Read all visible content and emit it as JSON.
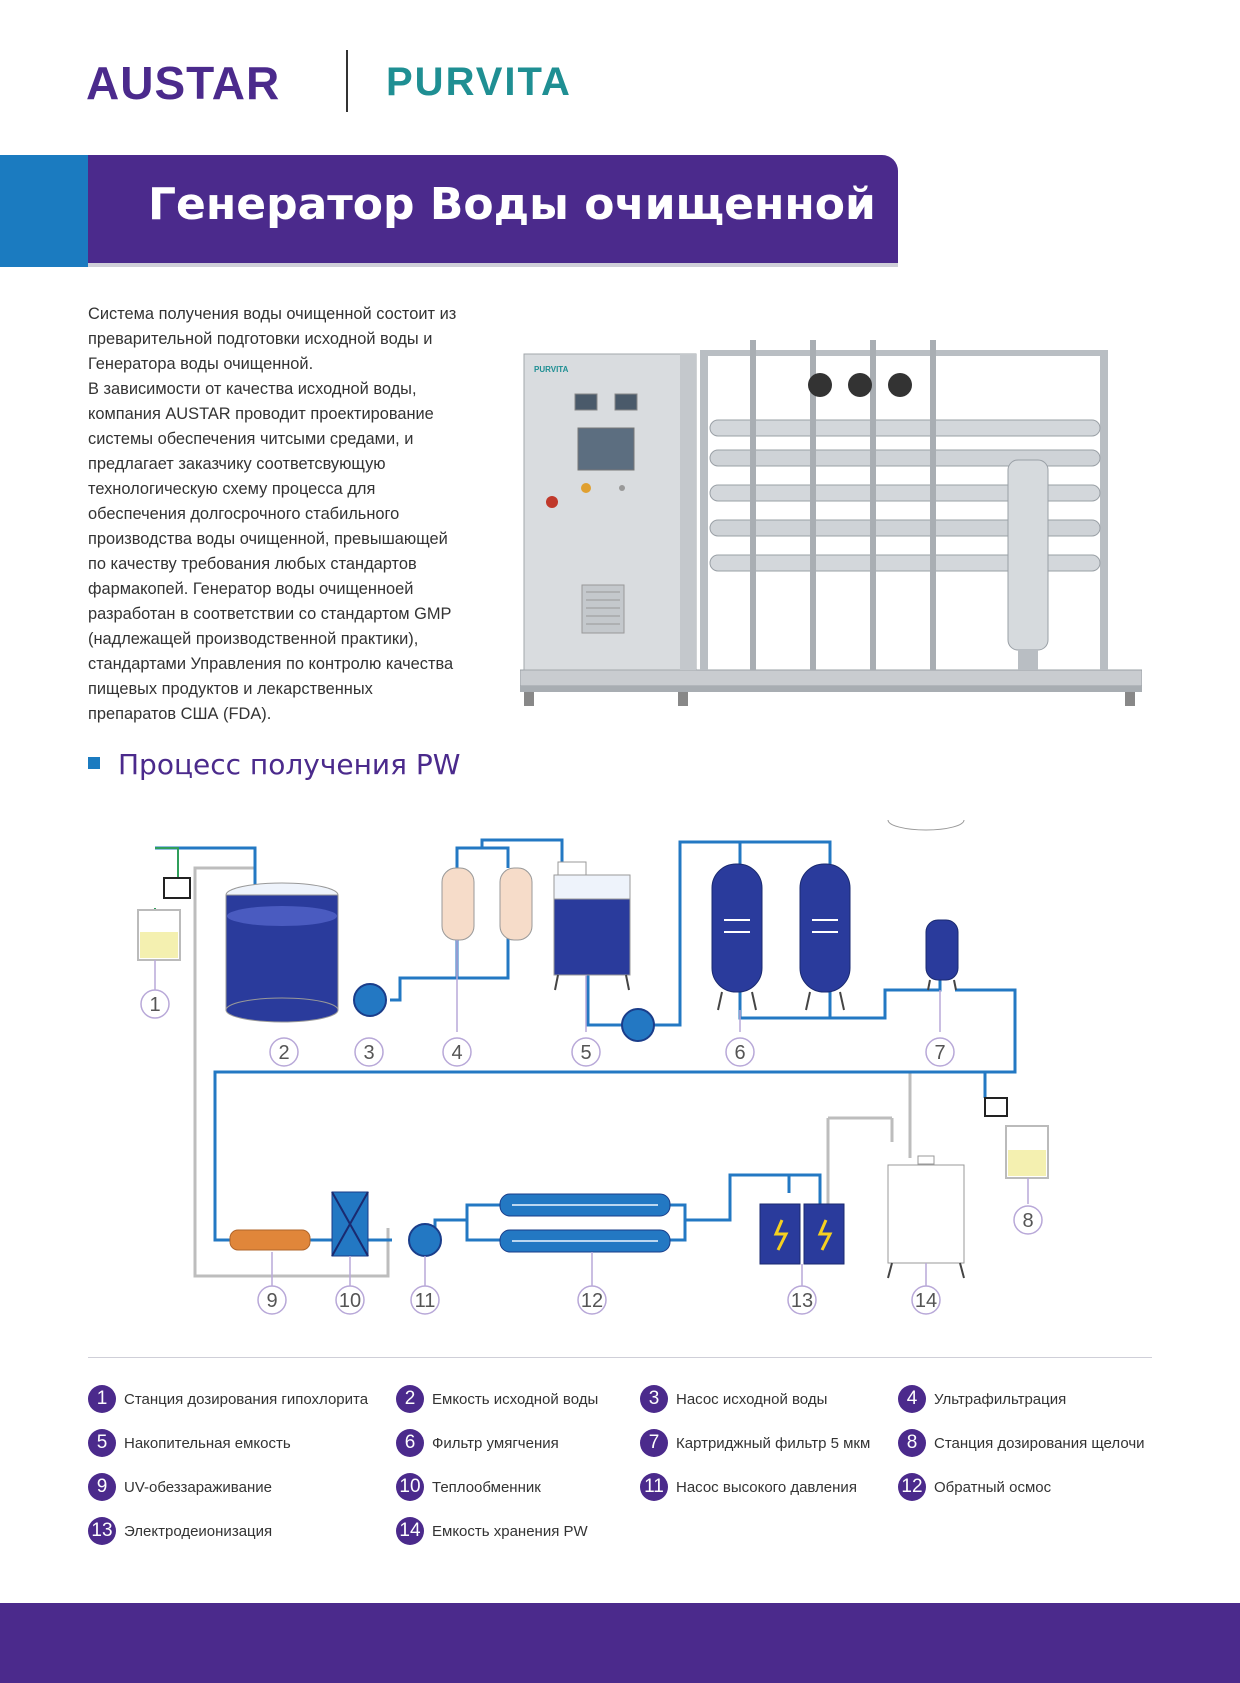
{
  "header": {
    "logo_austar": "AUSTAR",
    "logo_purvita": "PURVITA"
  },
  "title": "Генератор Воды очищенной",
  "intro_lines": [
    "Система получения воды очищенной состоит из",
    "преварительной подготовки исходной воды и",
    "Генератора воды очищенной.",
    "В зависимости от качества исходной воды,",
    "компания AUSTAR проводит проектирование",
    "системы обеспечения читсыми средами, и",
    "предлагает заказчику соответсвующую",
    "технологическую схему процесса для",
    "обеспечения долгосрочного стабильного",
    "производства воды очищенной, превышающей",
    "по качеству требования любых стандартов",
    "фармакопей. Генератор воды очищенноей",
    "разработан  в соответствии со стандартом GMP",
    "(надлежащей производственной практики),",
    "стандартами Управления по контролю качества",
    "пищевых продуктов и лекарственных",
    "препаратов США (FDA)."
  ],
  "photo_brand": "PURVITA",
  "section_title": "Процесс получения PW",
  "diagram_numbers": [
    "1",
    "2",
    "3",
    "4",
    "5",
    "6",
    "7",
    "8",
    "9",
    "10",
    "11",
    "12",
    "13",
    "14"
  ],
  "legend": [
    {
      "num": "1",
      "label": "Станция дозирования гипохлорита"
    },
    {
      "num": "2",
      "label": "Емкость исходной воды"
    },
    {
      "num": "3",
      "label": "Насос исходной воды"
    },
    {
      "num": "4",
      "label": "Ультрафильтрация"
    },
    {
      "num": "5",
      "label": "Накопительная емкость"
    },
    {
      "num": "6",
      "label": "Фильтр умягчения"
    },
    {
      "num": "7",
      "label": "Картриджный фильтр 5 мкм"
    },
    {
      "num": "8",
      "label": "Станция дозирования щелочи"
    },
    {
      "num": "9",
      "label": "UV-обеззараживание"
    },
    {
      "num": "10",
      "label": "Теплообменник"
    },
    {
      "num": "11",
      "label": "Насос высокого давления"
    },
    {
      "num": "12",
      "label": "Обратный осмос"
    },
    {
      "num": "13",
      "label": "Электродеионизация"
    },
    {
      "num": "14",
      "label": "Емкость хранения PW"
    }
  ]
}
